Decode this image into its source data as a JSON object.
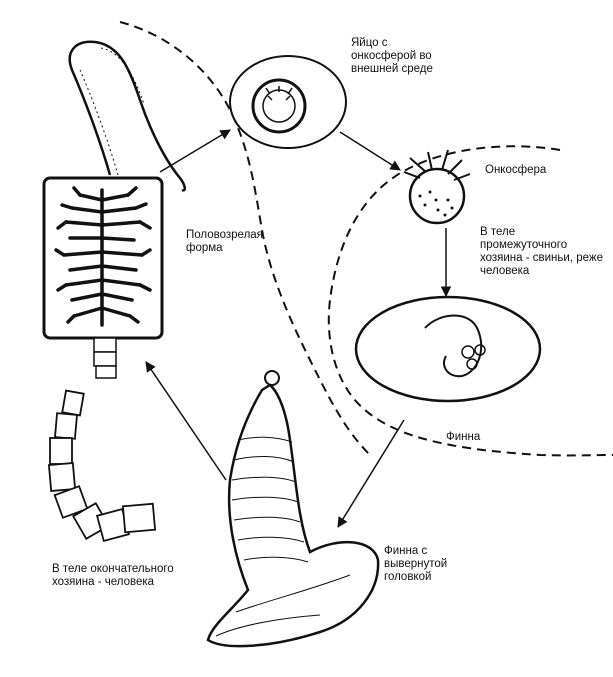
{
  "diagram": {
    "colors": {
      "ink": "#111111",
      "background": "#ffffff"
    },
    "labels": {
      "egg": "Яйцо с\nонкосферой во\nвнешней среде",
      "oncosphere": "Онкосфера",
      "intermediate_host": "В теле\nпромежуточного\nхозяина - свиньи, реже\nчеловека",
      "adult": "Половозрелая\nформа",
      "finna": "Финна",
      "finna_everted": "Финна с\nвывернутой\nголовкой",
      "definitive_host": "В теле окончательного\nхозяина - человека"
    }
  }
}
